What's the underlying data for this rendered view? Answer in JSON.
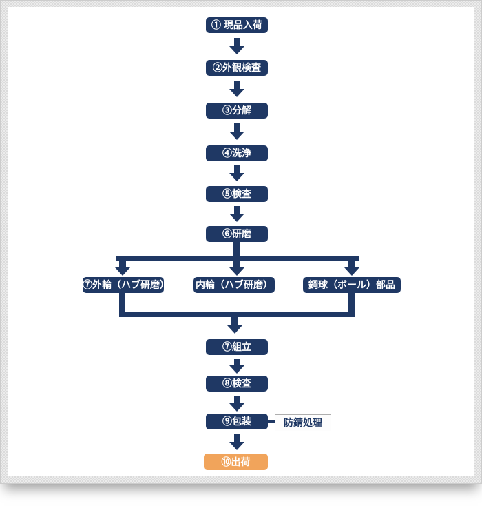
{
  "colors": {
    "box_navy": "#1F3864",
    "box_orange": "#F1A45B",
    "panel_gray": "#ececec",
    "note_border": "#aeaeae",
    "note_text": "#1F3864"
  },
  "flow": {
    "steps_top": [
      {
        "label": "① 現品入荷"
      },
      {
        "label": "②外観検査"
      },
      {
        "label": "③分解"
      },
      {
        "label": "④洗浄"
      },
      {
        "label": "⑤検査"
      },
      {
        "label": "⑥研磨"
      }
    ],
    "branches": [
      {
        "label": "⑦外輪（ハブ研磨）"
      },
      {
        "label": "内輪（ハブ研磨）"
      },
      {
        "label": "鋼球（ボール）部品"
      }
    ],
    "steps_bottom": [
      {
        "label": "⑦組立"
      },
      {
        "label": "⑧検査"
      },
      {
        "label": "⑨包装"
      }
    ],
    "final_step": {
      "label": "⑩出荷"
    },
    "note": {
      "label": "防錆処理"
    }
  }
}
